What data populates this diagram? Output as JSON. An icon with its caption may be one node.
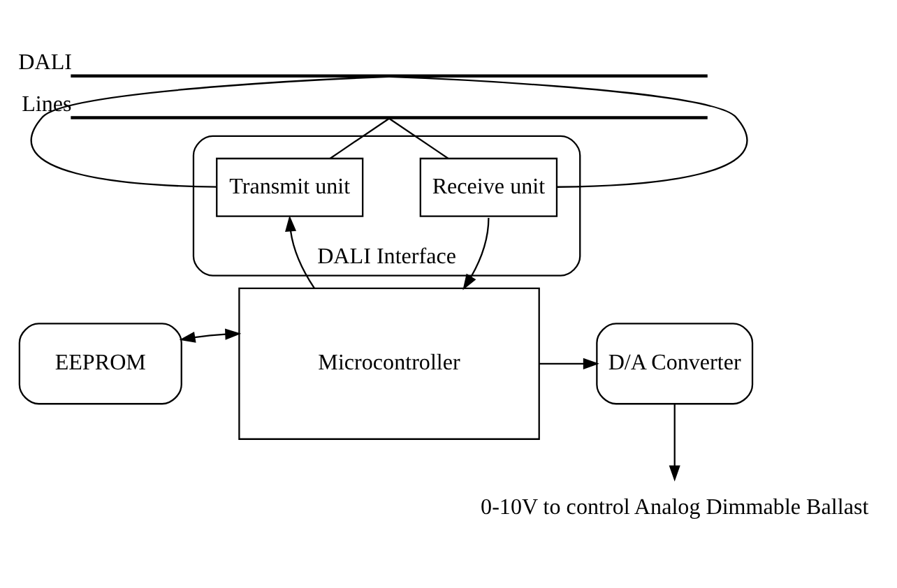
{
  "diagram": {
    "nodes": [
      {
        "text": [
          "DALI Interface"
        ]
      },
      {
        "text": [
          "Transmit unit"
        ],
        "in": 0
      },
      {
        "text": [
          "Receive unit"
        ],
        "in": 0
      },
      {
        "text": [
          "Microcontroller"
        ]
      },
      {
        "text": [
          "EEPROM"
        ]
      },
      {
        "text": [
          "D/A Converter"
        ]
      },
      {
        "text": [
          "0-10V to control Analog Dimmable Ballast"
        ]
      },
      {
        "text": [],
        "shape": "bar",
        "beside": [
          "DALI"
        ]
      },
      {
        "text": [],
        "shape": "bar",
        "beside": [
          "Lines"
        ]
      }
    ],
    "edges": [
      {
        "from": 1,
        "to": 7,
        "arrow": "none"
      },
      {
        "from": 1,
        "to": 8,
        "arrow": "none"
      },
      {
        "from": 2,
        "to": 7,
        "arrow": "none"
      },
      {
        "from": 2,
        "to": 8,
        "arrow": "none"
      },
      {
        "from": 3,
        "to": 1,
        "arrow": "to"
      },
      {
        "from": 2,
        "to": 3,
        "arrow": "to"
      },
      {
        "from": 4,
        "to": 3,
        "arrow": "both"
      },
      {
        "from": 3,
        "to": 5,
        "arrow": "to"
      },
      {
        "from": 5,
        "to": 6,
        "arrow": "to"
      }
    ]
  }
}
